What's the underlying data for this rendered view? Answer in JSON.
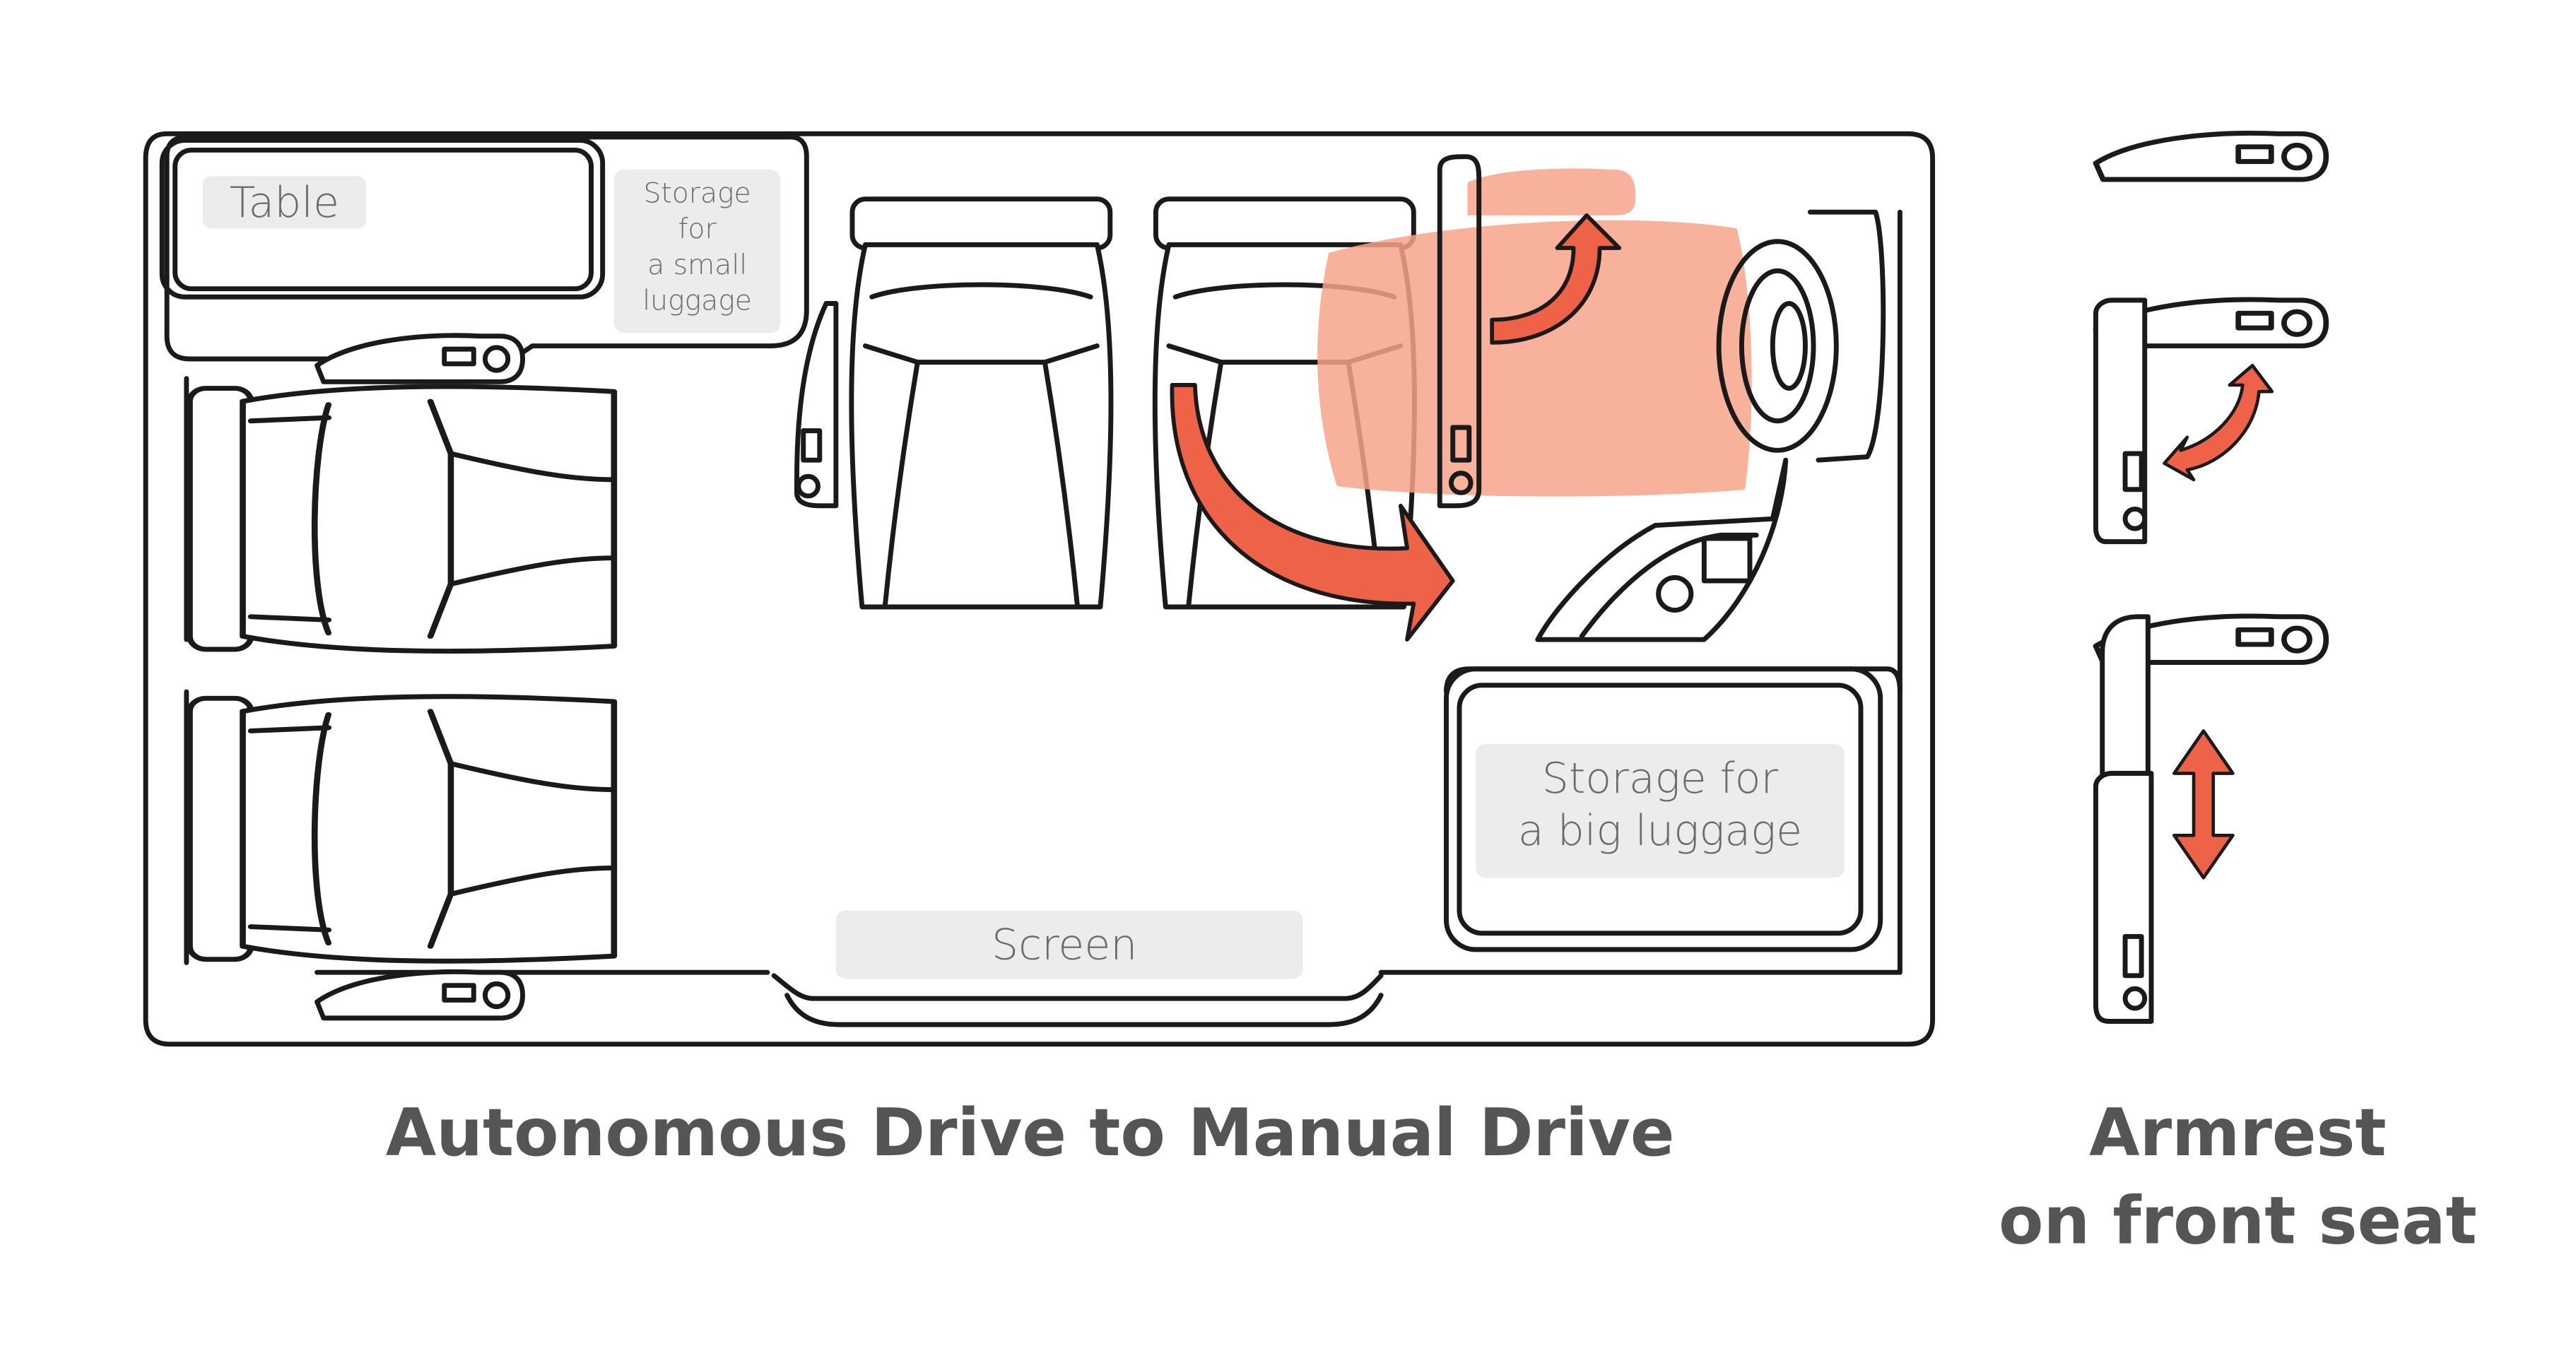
{
  "labels": {
    "table": "Table",
    "small_storage": [
      "Storage",
      "for",
      "a small",
      "luggage"
    ],
    "big_storage": [
      "Storage for",
      "a big luggage"
    ],
    "screen": "Screen"
  },
  "captions": {
    "main": "Autonomous Drive to Manual Drive",
    "armrest": [
      "Armrest",
      "on front seat"
    ]
  },
  "colors": {
    "arrow": "#ee6347",
    "overlay": "#f7a58a",
    "line": "#1a1a1a",
    "label_bg": "#ececed",
    "label_text": "#6a6a6a",
    "caption": "#555555"
  }
}
